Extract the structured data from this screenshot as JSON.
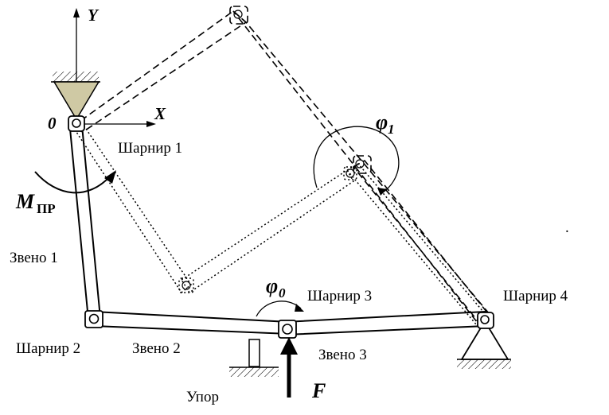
{
  "axes": {
    "x_label": "X",
    "y_label": "Y",
    "origin_label": "0"
  },
  "symbols": {
    "phi1": "φ",
    "phi1_sub": "1",
    "phi0": "φ",
    "phi0_sub": "0",
    "moment": "M",
    "moment_sub": "ПР",
    "force": "F"
  },
  "labels": {
    "joint1": "Шарнир 1",
    "joint2": "Шарнир 2",
    "joint3": "Шарнир 3",
    "joint4": "Шарнир 4",
    "link1": "Звено 1",
    "link2": "Звено 2",
    "link3": "Звено 3",
    "stop": "Упор"
  },
  "marks": {
    "dot": "."
  }
}
